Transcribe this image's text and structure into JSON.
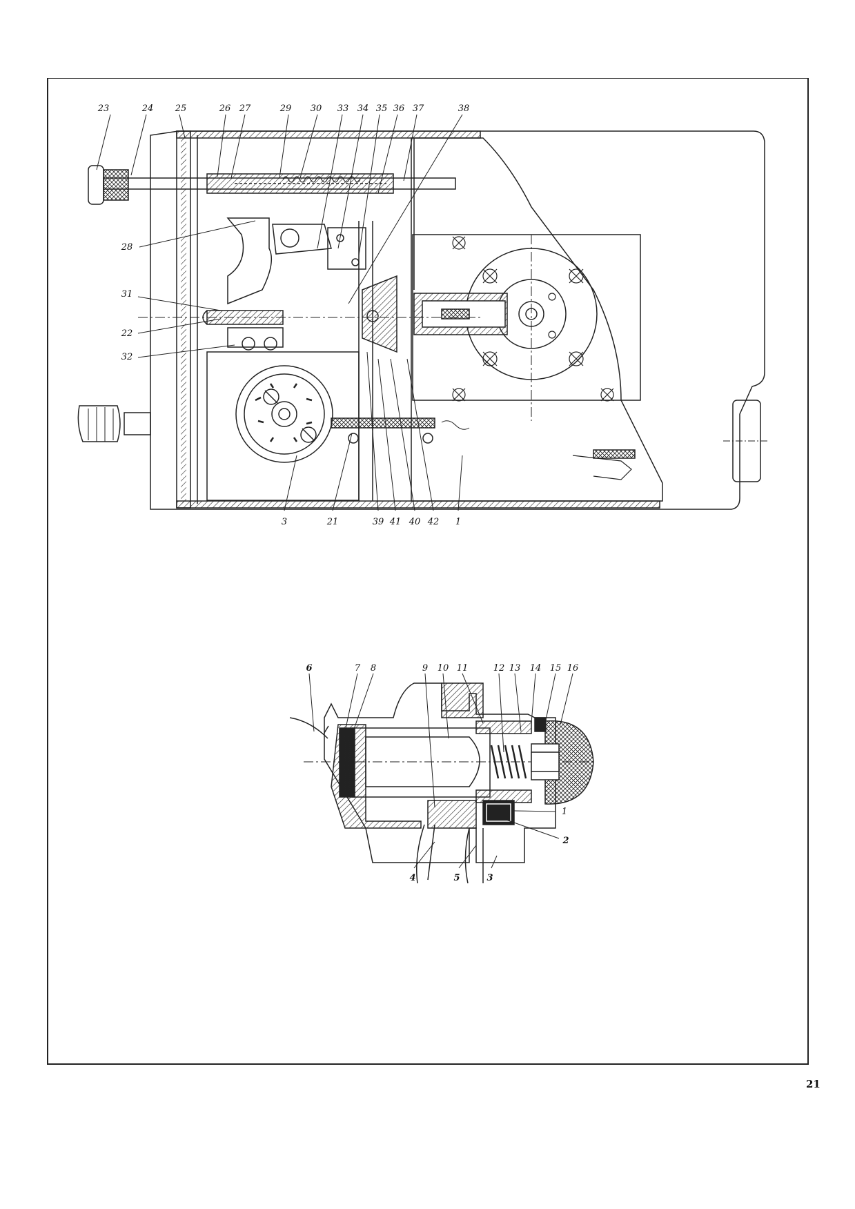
{
  "figure_top": {
    "labels": [
      "23",
      "24",
      "25",
      "26",
      "27",
      "29",
      "30",
      "33",
      "34",
      "35",
      "36",
      "37",
      "38",
      "28",
      "31",
      "22",
      "32",
      "3",
      "21",
      "39",
      "41",
      "40",
      "42",
      "1"
    ]
  },
  "figure_bottom": {
    "labels": [
      "6",
      "7",
      "8",
      "9",
      "10",
      "11",
      "12",
      "13",
      "14",
      "15",
      "16",
      "1",
      "2",
      "4",
      "5",
      "3"
    ]
  },
  "page_number": "21"
}
